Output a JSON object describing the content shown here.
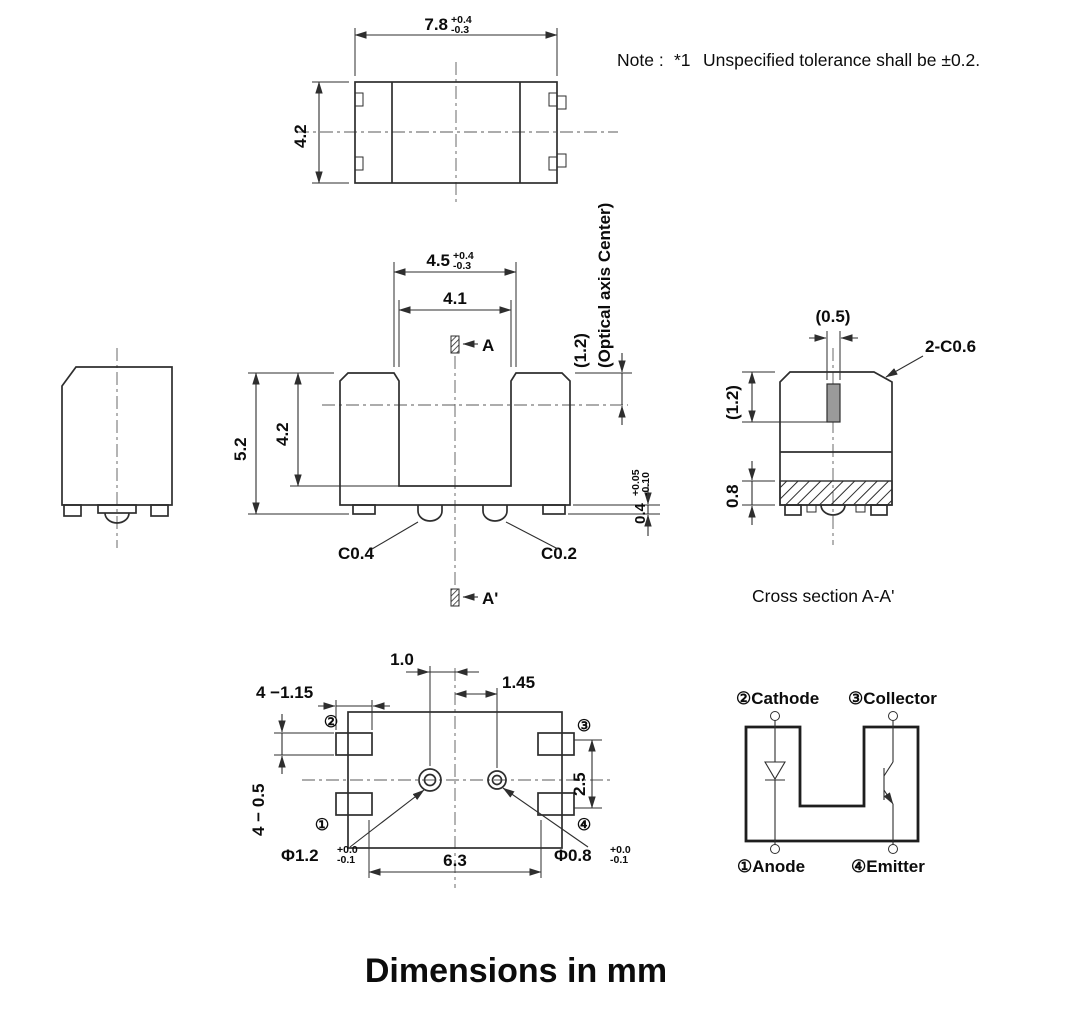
{
  "note": {
    "label": "Note :",
    "ref": "*1",
    "text": "Unspecified tolerance shall be ±0.2."
  },
  "footer": "Dimensions in mm",
  "top_view": {
    "width": "7.8",
    "width_tol_plus": "+0.4",
    "width_tol_minus": "-0.3",
    "height": "4.2"
  },
  "front_view": {
    "slot_outer": "4.5",
    "slot_outer_tol_plus": "+0.4",
    "slot_outer_tol_minus": "-0.3",
    "slot_inner": "4.1",
    "height_total": "5.2",
    "height_tower": "4.2",
    "chamfer_left": "C0.4",
    "chamfer_right": "C0.2",
    "section_mark_top": "A",
    "section_mark_bottom": "A'",
    "optical_offset": "(1.2)",
    "optical_axis_label": "(Optical axis Center)",
    "standoff": "0.4",
    "standoff_tol_plus": "+0.05",
    "standoff_tol_minus": "-0.10"
  },
  "cross_section": {
    "title": "Cross section  A-A'",
    "aperture_width": "(0.5)",
    "chamfers": "2-C0.6",
    "optical_offset": "(1.2)",
    "base_height": "0.8"
  },
  "bottom_view": {
    "hole_offset_left": "1.0",
    "hole_offset_right": "1.45",
    "pin_width": "4 −1.15",
    "pin_thickness": "4 − 0.5",
    "pin_row_pitch": "2.5",
    "lead_span": "6.3",
    "hole_large": "Φ1.2",
    "hole_large_tol_plus": "+0.0",
    "hole_large_tol_minus": "-0.1",
    "hole_small": "Φ0.8",
    "hole_small_tol_plus": "+0.0",
    "hole_small_tol_minus": "-0.1",
    "pin1": "①",
    "pin2": "②",
    "pin3": "③",
    "pin4": "④"
  },
  "schematic": {
    "cathode": "②Cathode",
    "collector": "③Collector",
    "anode": "①Anode",
    "emitter": "④Emitter"
  }
}
